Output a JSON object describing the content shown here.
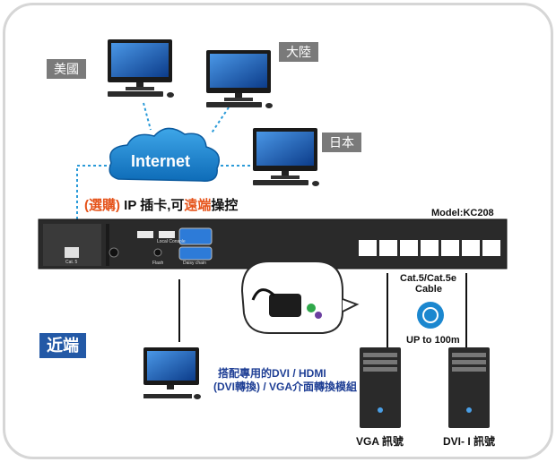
{
  "remote_label": {
    "optional_prefix": "(選購)",
    "ip_text": " IP 插卡,可",
    "remote_word": "遠端",
    "control_word": "操控"
  },
  "locations": [
    "美國",
    "大陸",
    "日本"
  ],
  "cloud_label": "Internet",
  "model_label": "Model:KC208",
  "near_end_label": "近端",
  "cable": {
    "type_line1": "Cat.5/Cat.5e",
    "type_line2": "Cable",
    "distance": "UP to 100m"
  },
  "adapter_caption": {
    "line1": "搭配專用的DVI / HDMI",
    "line2": "(DVI轉換) / VGA介面轉換模組"
  },
  "signals": {
    "vga": "VGA 訊號",
    "dvi": "DVI- I 訊號"
  },
  "panel_labels": {
    "cat5": "Cat. 5",
    "local_console": "Local Console",
    "flash": "Flash",
    "daisy_chain": "Daisy chain"
  },
  "colors": {
    "cloud": "#1b87cf",
    "accent_orange": "#e5531a",
    "near_end": "#2359a6",
    "tag_gray": "#7a7a7a"
  }
}
